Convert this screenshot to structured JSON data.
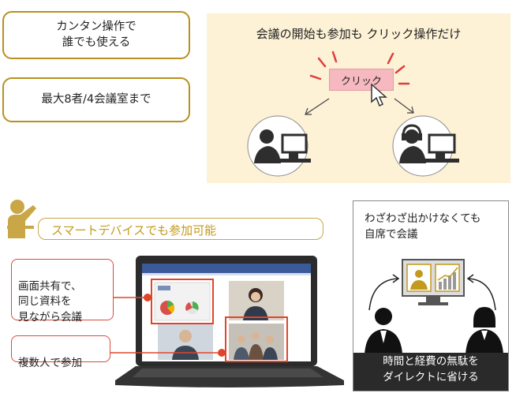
{
  "features": {
    "easy_operation": "カンタン操作で\n誰でも使える",
    "capacity": "最大8者/4会議室まで"
  },
  "click_panel": {
    "title": "会議の開始も参加も クリック操作だけ",
    "click_label": "クリック"
  },
  "smart_device": {
    "label": "スマートデバイスでも参加可能"
  },
  "callouts": {
    "screen_share": "画面共有で、\n同じ資料を\n見ながら会議",
    "multi_person": "複数人で参加"
  },
  "savings_box": {
    "top_text": "わざわざ出かけなくても\n自席で会議",
    "bottom_text": "時間と経費の無駄を\nダイレクトに省ける"
  },
  "colors": {
    "gold": "#b8901f",
    "panel_bg": "#fdf1d6",
    "click_pink": "#f6b9c0",
    "red": "#d94a3a",
    "dark": "#2a2a2a"
  }
}
